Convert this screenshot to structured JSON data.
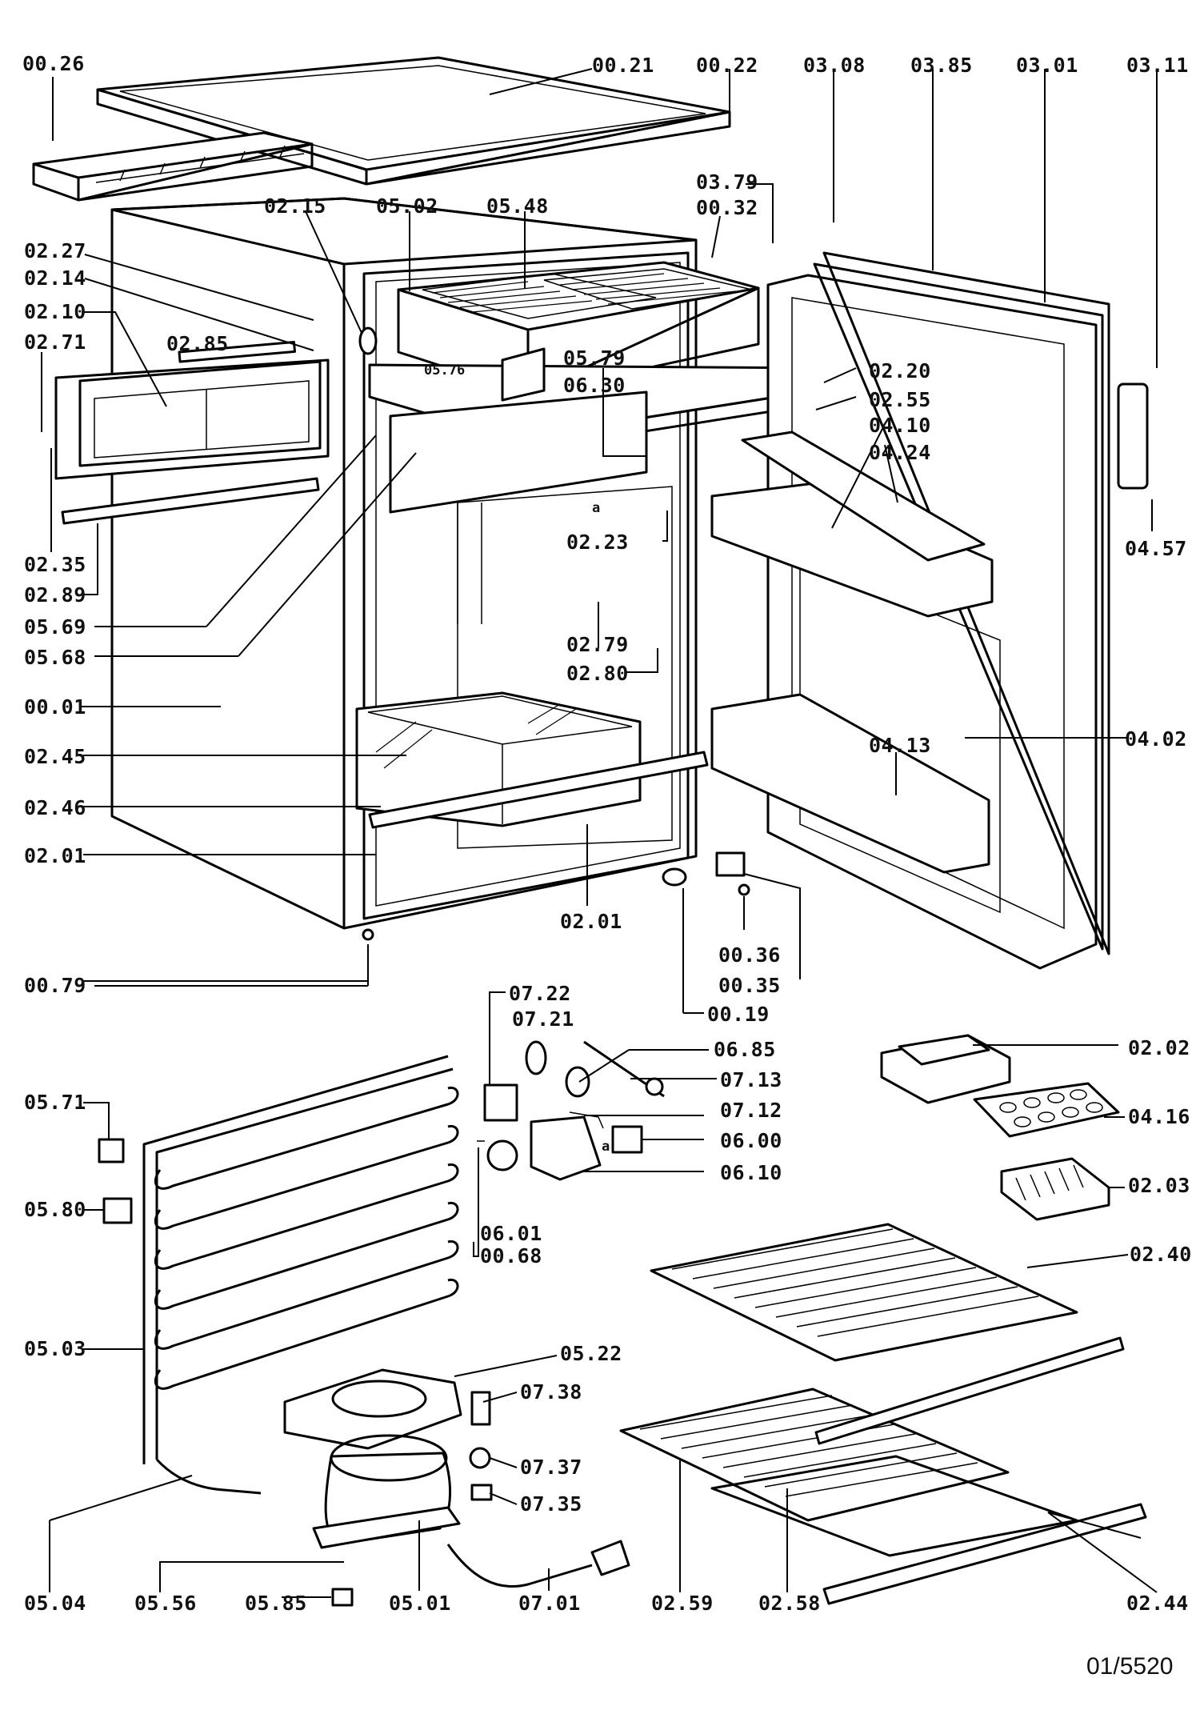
{
  "diagram": {
    "labels": {
      "p0026": "00.26",
      "p0021": "00.21",
      "p0022": "00.22",
      "p0308": "03.08",
      "p0385": "03.85",
      "p0301": "03.01",
      "p0311": "03.11",
      "p0379": "03.79",
      "p0032": "00.32",
      "p0215": "02.15",
      "p0502": "05.02",
      "p0548": "05.48",
      "p0227": "02.27",
      "p0214": "02.14",
      "p0210": "02.10",
      "p0271": "02.71",
      "p0285": "02.85",
      "p0576": "05.76",
      "p0579": "05.79",
      "p0630": "06.30",
      "p0220": "02.20",
      "p0255": "02.55",
      "p0410": "04.10",
      "p0424": "04.24",
      "p0457": "04.57",
      "p0235": "02.35",
      "p0289": "02.89",
      "p0569": "05.69",
      "p0568": "05.68",
      "p0223": "02.23",
      "p0279": "02.79",
      "p0280": "02.80",
      "p0001": "00.01",
      "p0245": "02.45",
      "p0413": "04.13",
      "p0402": "04.02",
      "p0246": "02.46",
      "p0201a": "02.01",
      "p0201b": "02.01",
      "p0036": "00.36",
      "p0035": "00.35",
      "p0079": "00.79",
      "p0019": "00.19",
      "p0722": "07.22",
      "p0721": "07.21",
      "p0685": "06.85",
      "p0713": "07.13",
      "p0712": "07.12",
      "p0202": "02.02",
      "p0571": "05.71",
      "p0600": "06.00",
      "p0416": "04.16",
      "p0610": "06.10",
      "p0580": "05.80",
      "p0203": "02.03",
      "p0601": "06.01",
      "p0068": "00.68",
      "p0240": "02.40",
      "p0503": "05.03",
      "p0522": "05.22",
      "p0738": "07.38",
      "p0737": "07.37",
      "p0735": "07.35",
      "p0504": "05.04",
      "p0556": "05.56",
      "p0585": "05.85",
      "p0501": "05.01",
      "p0701": "07.01",
      "p0259": "02.59",
      "p0258": "02.58",
      "p0244": "02.44",
      "callout_a1": "a",
      "callout_a2": "a"
    },
    "reference": "01/5520"
  }
}
